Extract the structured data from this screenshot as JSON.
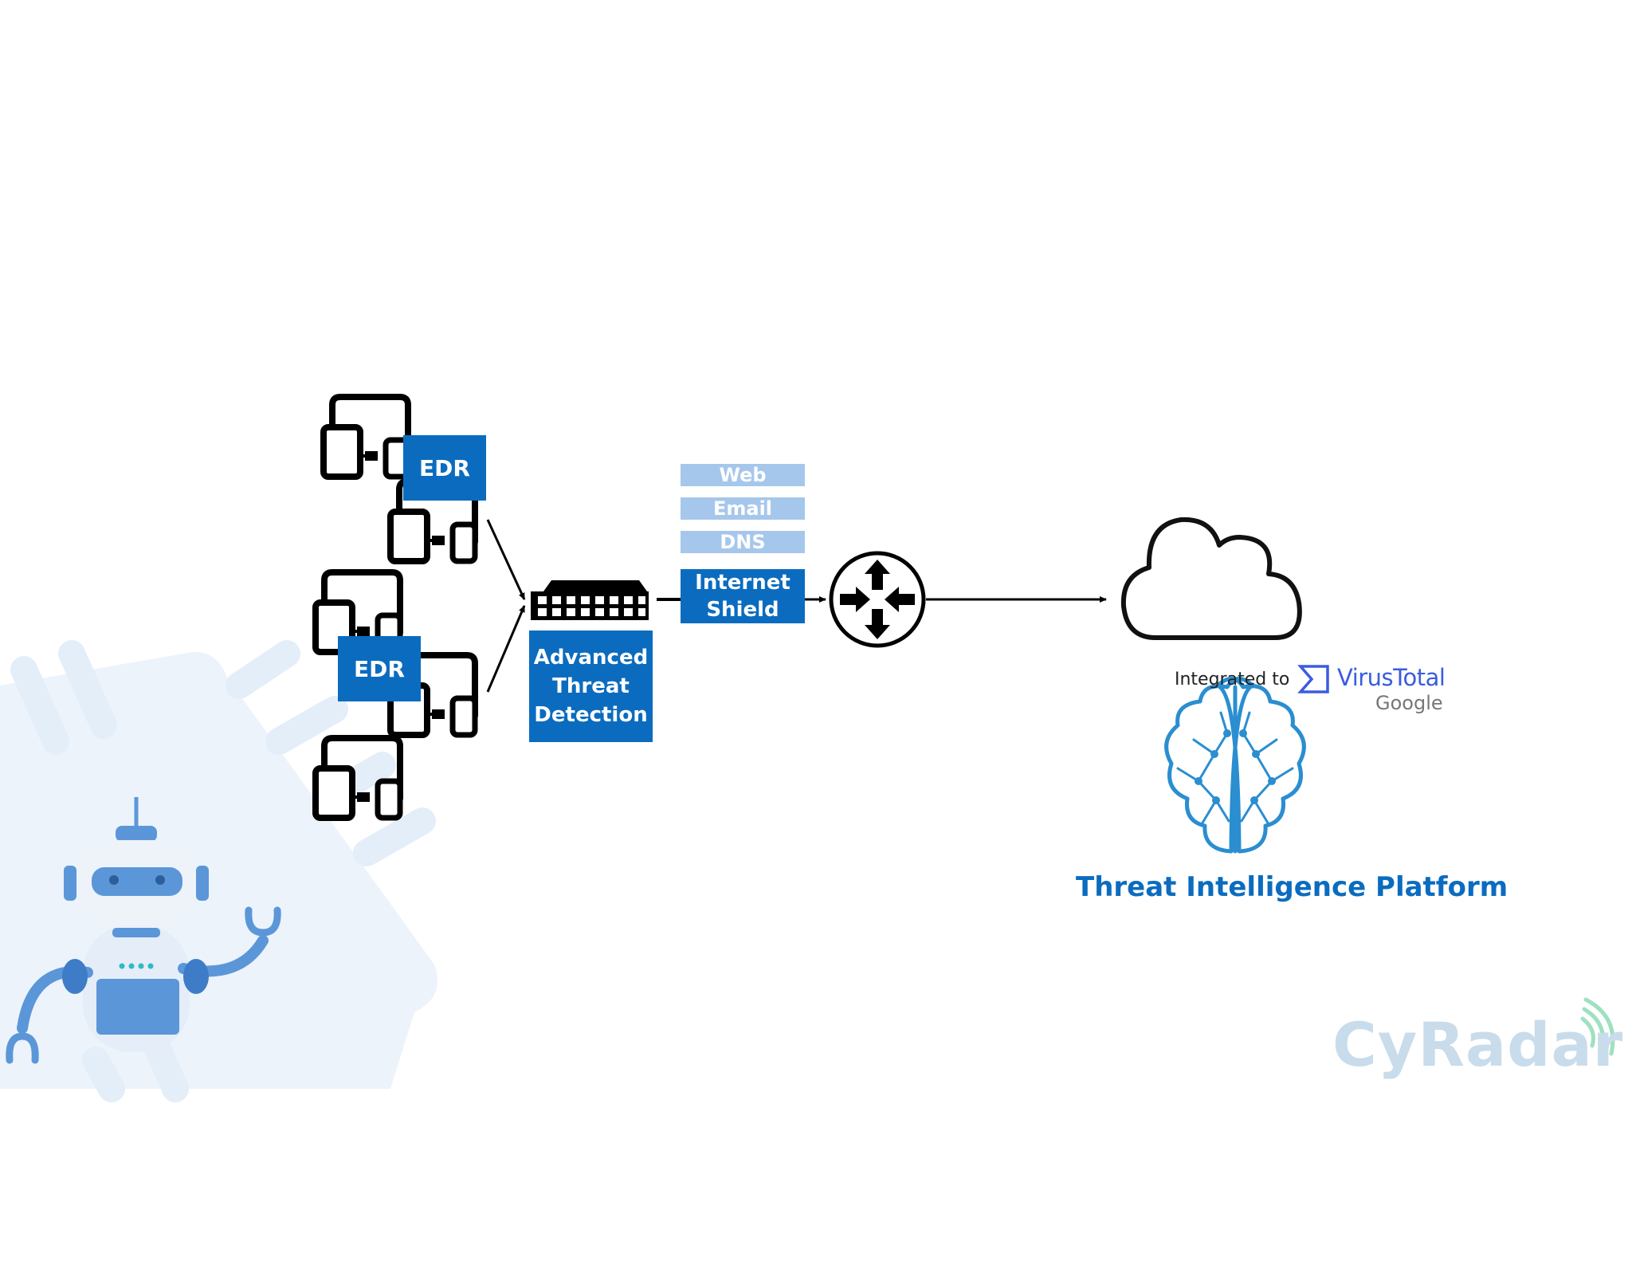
{
  "diagram": {
    "edr_label": "EDR",
    "atd_label": "Advanced\nThreat\nDetection",
    "services": [
      "Web",
      "Email",
      "DNS"
    ],
    "shield_label": "Internet\nShield",
    "integrated_label": "Integrated to",
    "virustotal": {
      "name": "VirusTotal",
      "by": "Google"
    },
    "tip_label": "Threat Intelligence Platform"
  },
  "branding": {
    "logo_text": "CyRadar"
  },
  "colors": {
    "primary_blue": "#0b6cbf",
    "light_blue": "#a6c7ec",
    "brain_blue": "#2a8ed0",
    "virustotal_blue": "#3b5ce0",
    "logo_gray": "#c8dceb"
  }
}
